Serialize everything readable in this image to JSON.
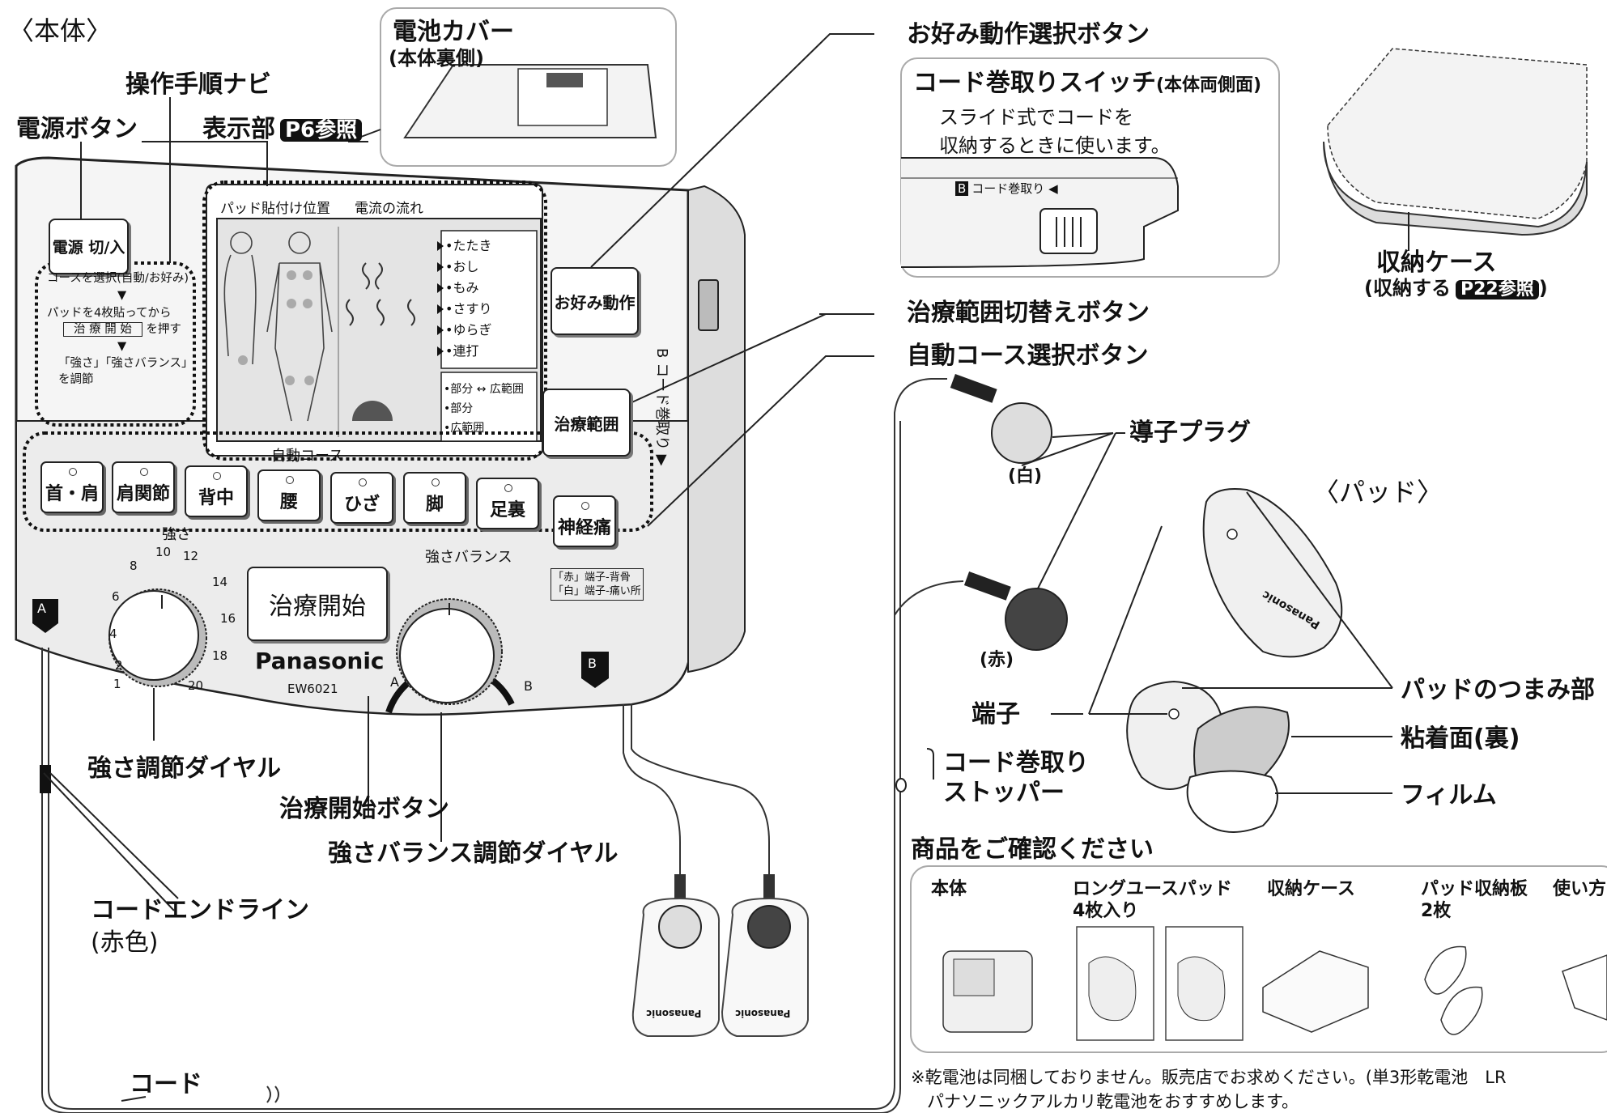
{
  "sections": {
    "main_unit": "〈本体〉",
    "pad": "〈パッド〉"
  },
  "battery_cover": {
    "title": "電池カバー",
    "sub": "(本体裏側)"
  },
  "labels": {
    "power_button": "電源ボタン",
    "operation_navi": "操作手順ナビ",
    "display": "表示部",
    "display_ref": "P6参照",
    "favorite_select": "お好み動作選択ボタン",
    "treatment_range_switch": "治療範囲切替えボタン",
    "auto_course_select": "自動コース選択ボタン",
    "strength_dial": "強さ調節ダイヤル",
    "start_button": "治療開始ボタン",
    "balance_dial": "強さバランス調節ダイヤル",
    "cord_end_line": "コードエンドライン",
    "cord_end_line_color": "(赤色)",
    "cord": "コード",
    "conductor_plug": "導子プラグ",
    "white": "(白)",
    "red": "(赤)",
    "terminal": "端子",
    "pad_grip": "パッドのつまみ部",
    "adhesive_side": "粘着面(裏)",
    "film": "フィルム",
    "cord_stopper_1": "コード巻取り",
    "cord_stopper_2": "ストッパー",
    "storage_case": "収納ケース",
    "storage_case_sub": "(収納する",
    "storage_case_ref": "P22参照",
    "storage_case_close": ")"
  },
  "cord_switch": {
    "title": "コード巻取りスイッチ",
    "title_sub": "(本体両側面)",
    "desc1": "スライド式でコードを",
    "desc2": "収納するときに使います。",
    "panel_text": "コード巻取り ◀",
    "panel_mark": "B"
  },
  "device": {
    "power_label": "電源 切/入",
    "navi": {
      "step1": "コースを選択(自動/お好み)",
      "step2": "パッドを4枚貼ってから",
      "step2_btn": "治 療 開 始",
      "step2_after": "を押す",
      "step3": "「強さ」「強さバランス」",
      "step4": "を調節"
    },
    "screen": {
      "header1": "パッド貼付け位置",
      "header2": "電流の流れ",
      "movements": [
        "•たたき",
        "•おし",
        "•もみ",
        "•さすり",
        "•ゆらぎ",
        "•連打"
      ],
      "ranges": [
        "•部分 ↔ 広範囲",
        "•部分",
        "•広範囲"
      ]
    },
    "favorite_button": "お好み動作",
    "range_button": "治療範囲",
    "auto_course_title": "自動コース",
    "courses": [
      "首・肩",
      "肩関節",
      "背中",
      "腰",
      "ひざ",
      "脚",
      "足裏",
      "神経痛"
    ],
    "strength_title": "強さ",
    "strength_ticks": [
      "1",
      "2",
      "4",
      "6",
      "8",
      "10",
      "12",
      "14",
      "16",
      "18",
      "20"
    ],
    "balance_title": "強さバランス",
    "balance_a": "A",
    "balance_b": "B",
    "terminal_note_1": "「赤」端子-背骨",
    "terminal_note_2": "「白」端子-痛い所",
    "start_button": "治療開始",
    "brand": "Panasonic",
    "model": "EW6021",
    "side_label": "B コード巻取り ▶",
    "corner_a": "A",
    "corner_b": "B"
  },
  "pads_brand": "Panasonic",
  "contents": {
    "title": "商品をご確認ください",
    "items": [
      {
        "name": "本体",
        "qty": ""
      },
      {
        "name": "ロングユースパッド",
        "qty": "4枚入り"
      },
      {
        "name": "収納ケース",
        "qty": ""
      },
      {
        "name": "パッド収納板",
        "qty": "2枚"
      },
      {
        "name": "使い方",
        "qty": ""
      }
    ]
  },
  "notes": {
    "line1": "※乾電池は同梱しておりません。販売店でお求めください。(単3形乾電池　LR",
    "line2": "パナソニックアルカリ乾電池をおすすめします。"
  }
}
